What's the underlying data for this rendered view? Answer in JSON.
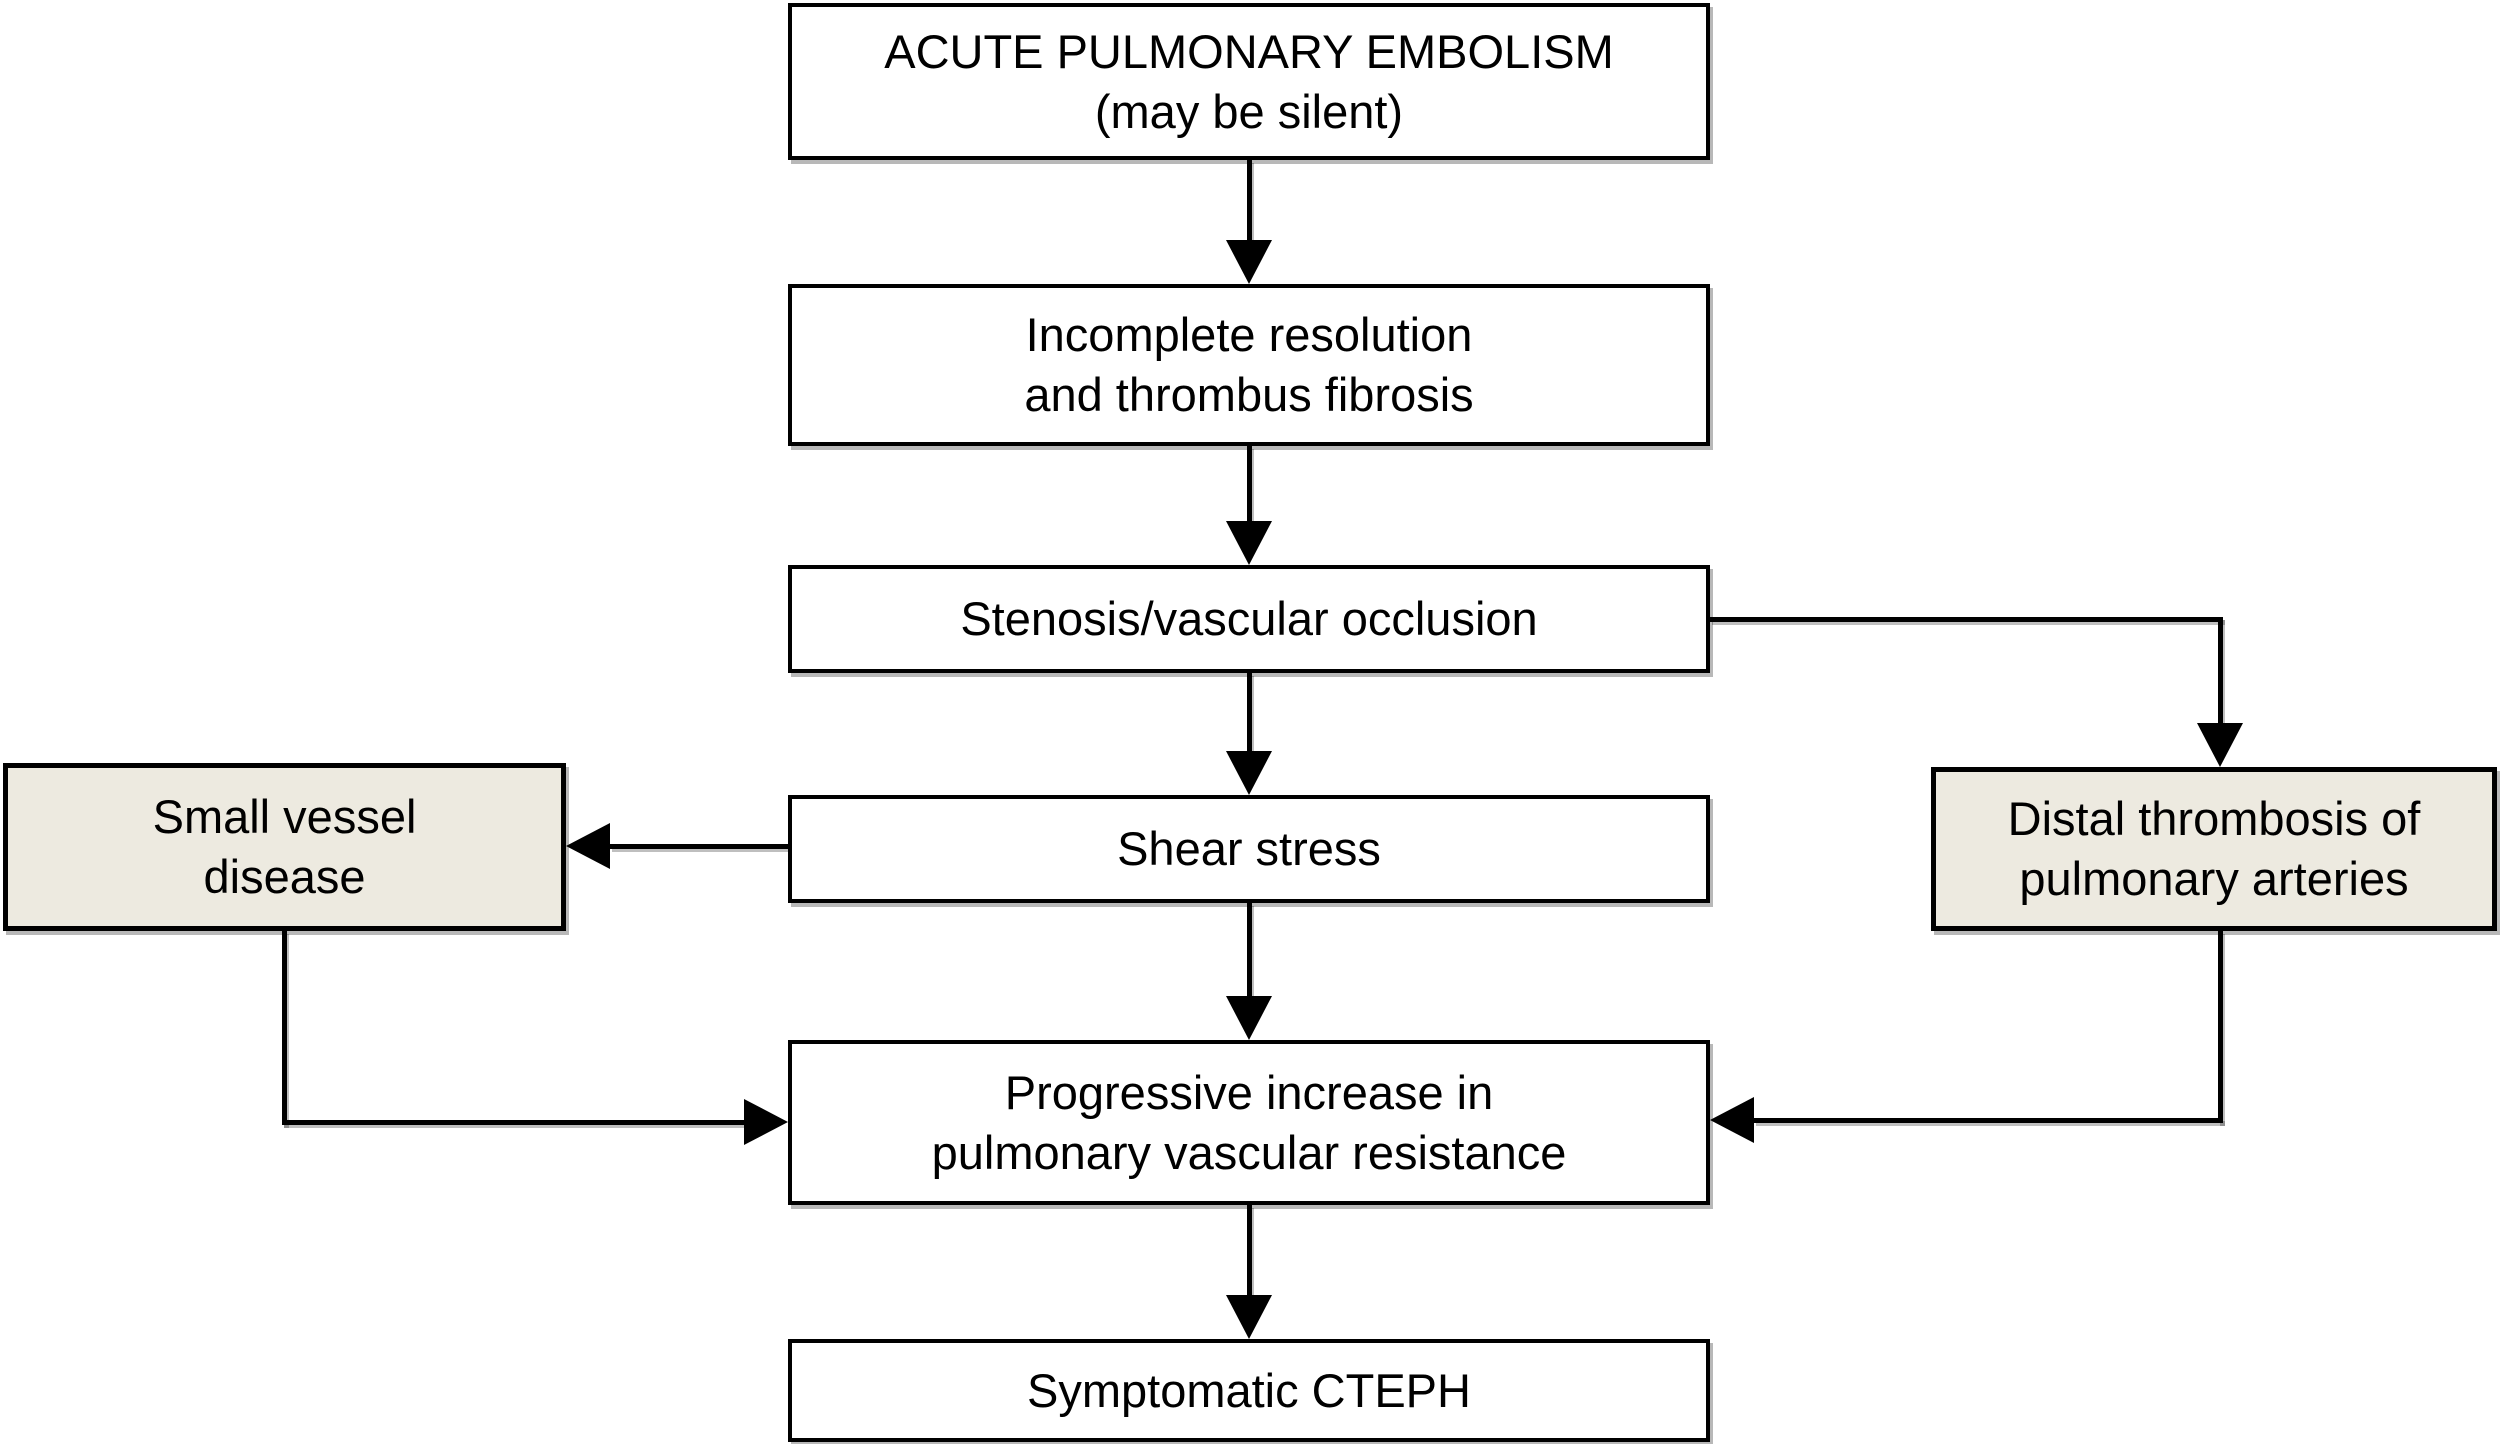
{
  "diagram_type": "flowchart",
  "colors": {
    "background": "#ffffff",
    "node-fill": "#ffffff",
    "accent-fill": "#edeae0",
    "node-border": "#000000",
    "line": "#000000"
  },
  "nodes": {
    "acute_pe": {
      "label": "ACUTE PULMONARY EMBOLISM\n(may be silent)",
      "fill": "white"
    },
    "incomplete_resolution": {
      "label": "Incomplete resolution\nand thrombus fibrosis",
      "fill": "white"
    },
    "stenosis": {
      "label": "Stenosis/vascular occlusion",
      "fill": "white"
    },
    "shear_stress": {
      "label": "Shear stress",
      "fill": "white"
    },
    "small_vessel_disease": {
      "label": "Small vessel\ndisease",
      "fill": "accent"
    },
    "distal_thrombosis": {
      "label": "Distal thrombosis of\npulmonary arteries",
      "fill": "accent"
    },
    "progressive_increase": {
      "label": "Progressive increase in\npulmonary vascular resistance",
      "fill": "white"
    },
    "symptomatic_cteph": {
      "label": "Symptomatic CTEPH",
      "fill": "white"
    }
  },
  "edges": [
    {
      "from": "acute_pe",
      "to": "incomplete_resolution",
      "style": "arrow-down"
    },
    {
      "from": "incomplete_resolution",
      "to": "stenosis",
      "style": "arrow-down"
    },
    {
      "from": "stenosis",
      "to": "shear_stress",
      "style": "arrow-down"
    },
    {
      "from": "stenosis",
      "to": "distal_thrombosis",
      "style": "elbow-right-down-arrow"
    },
    {
      "from": "shear_stress",
      "to": "small_vessel_disease",
      "style": "arrow-left"
    },
    {
      "from": "shear_stress",
      "to": "progressive_increase",
      "style": "arrow-down"
    },
    {
      "from": "small_vessel_disease",
      "to": "progressive_increase",
      "style": "elbow-down-right-arrow"
    },
    {
      "from": "distal_thrombosis",
      "to": "progressive_increase",
      "style": "elbow-down-left-arrow"
    },
    {
      "from": "progressive_increase",
      "to": "symptomatic_cteph",
      "style": "arrow-down"
    }
  ]
}
